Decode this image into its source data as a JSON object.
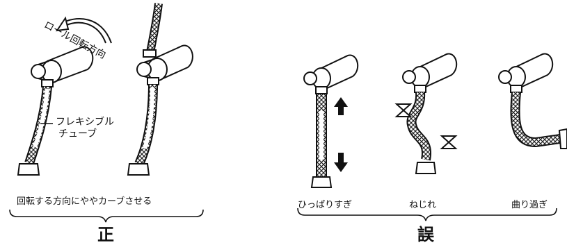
{
  "correct": {
    "rotation_label": "ロール回転方向",
    "tube_label_line1": "フレキシブル",
    "tube_label_line2": "チューブ",
    "caption": "回転する方向にややカーブさせる",
    "verdict": "正"
  },
  "wrong": {
    "examples": [
      {
        "label": "ひっぱりすぎ"
      },
      {
        "label": "ねじれ"
      },
      {
        "label": "曲り過ぎ"
      }
    ],
    "verdict": "誤"
  }
}
